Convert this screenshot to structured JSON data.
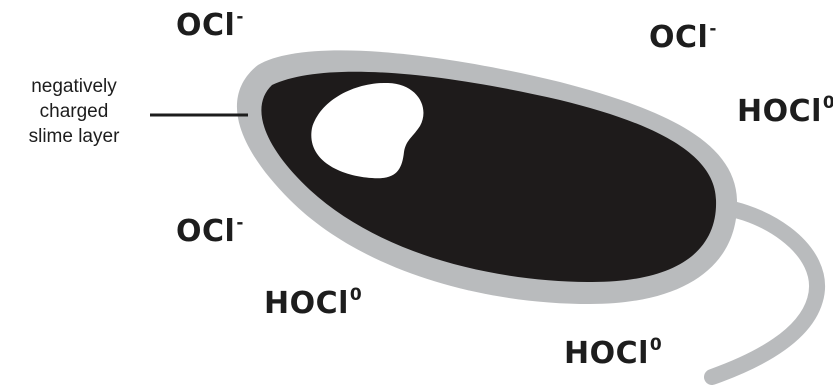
{
  "colors": {
    "cell_body": "#1e1b1b",
    "slime_layer": "#b9bbbd",
    "nucleus": "#ffffff",
    "text": "#1d1d1d",
    "leader_line": "#1d1d1d"
  },
  "label": {
    "lines": [
      "negatively",
      "charged",
      "slime layer"
    ]
  },
  "ions": [
    {
      "base": "OCl",
      "sup": "-"
    },
    {
      "base": "OCl",
      "sup": "-"
    },
    {
      "base": "HOCl",
      "sup": "0"
    },
    {
      "base": "OCl",
      "sup": "-"
    },
    {
      "base": "HOCl",
      "sup": "0"
    },
    {
      "base": "HOCl",
      "sup": "0"
    }
  ]
}
